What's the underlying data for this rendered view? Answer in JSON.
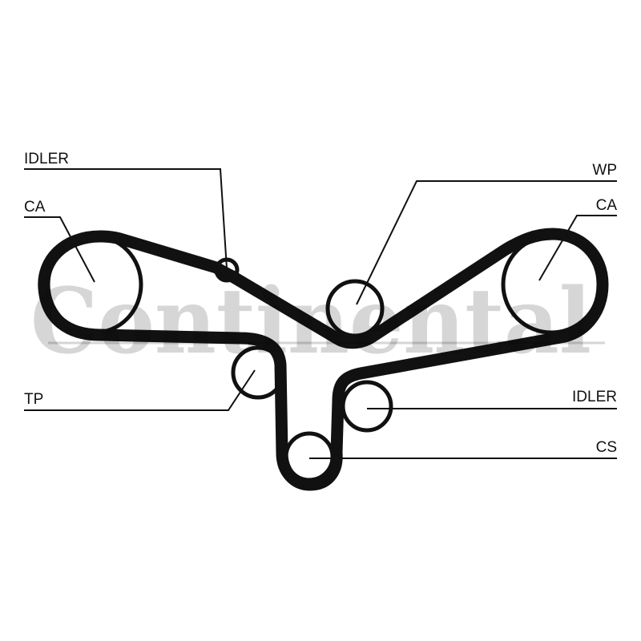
{
  "watermark": "Continental",
  "labels": {
    "idler_top": "IDLER",
    "ca_left": "CA",
    "tp": "TP",
    "wp": "WP",
    "ca_right": "CA",
    "idler_right": "IDLER",
    "cs": "CS"
  },
  "colors": {
    "belt": "#111111",
    "watermark": "#d6d6d6"
  }
}
